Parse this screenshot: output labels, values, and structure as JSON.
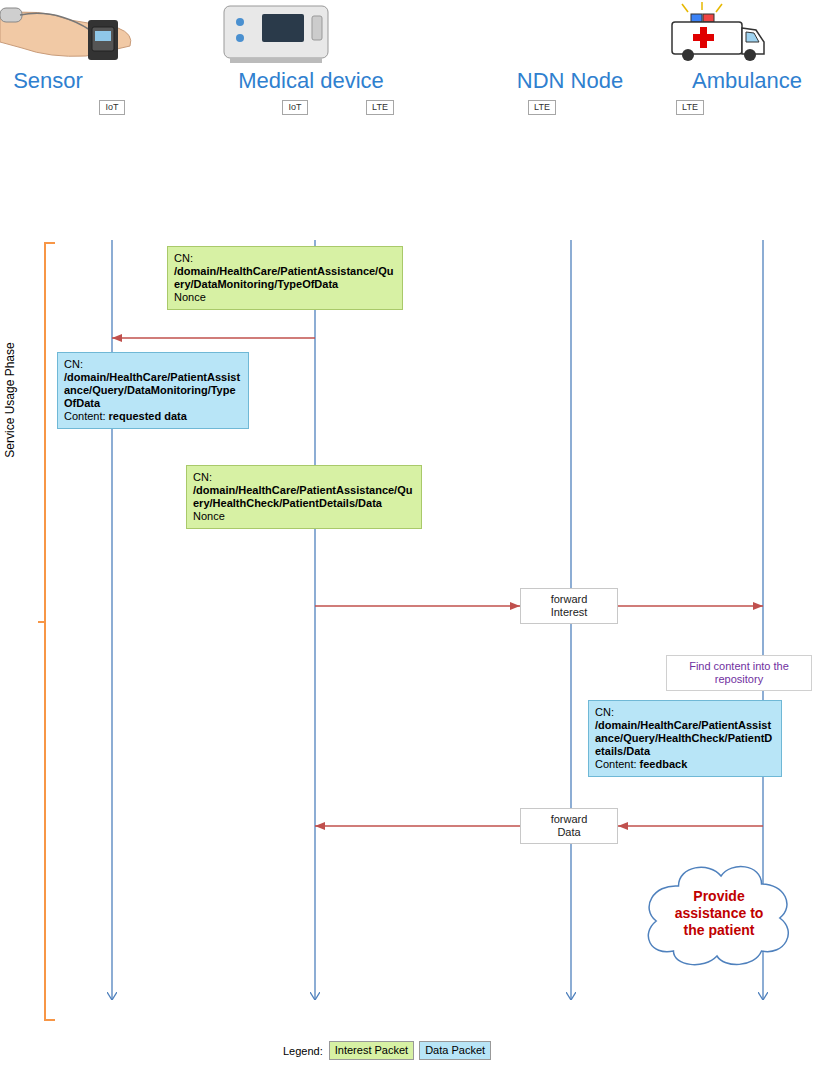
{
  "diagram": {
    "nodes": [
      {
        "text": [
          "Sensor"
        ]
      },
      {
        "text": [
          "IoT"
        ],
        "in": 0
      },
      {
        "text": [
          "Medical device"
        ]
      },
      {
        "text": [
          "IoT"
        ],
        "in": 2
      },
      {
        "text": [
          "LTE"
        ],
        "in": 2
      },
      {
        "text": [
          "NDN Node"
        ]
      },
      {
        "text": [
          "LTE"
        ],
        "in": 5
      },
      {
        "text": [
          "Ambulance"
        ]
      },
      {
        "text": [
          "LTE"
        ],
        "in": 7
      },
      {
        "text": [
          "CN:",
          "/domain/HealthCare/PatientAssistance/Query/DataMonitoring/TypeOfData",
          "Nonce"
        ]
      },
      {
        "text": [
          "CN:",
          "/domain/HealthCare/PatientAssistance/Query/DataMonitoring/TypeOfData",
          "Content:",
          "requested data"
        ]
      },
      {
        "text": [
          "CN:",
          "/domain/HealthCare/PatientAssistance/Query/HealthCheck/PatientDetails/Data",
          "Nonce"
        ]
      },
      {
        "text": [
          "forward Interest"
        ]
      },
      {
        "text": [
          "Find content into the repository"
        ]
      },
      {
        "text": [
          "CN:",
          "/domain/HealthCare/PatientAssistance/Query/HealthCheck/PatientDetails/Data",
          "Content:",
          "feedback"
        ]
      },
      {
        "text": [
          "forward Data"
        ]
      },
      {
        "text": [
          "Provide assistance to the patient"
        ]
      }
    ],
    "edges": [
      {
        "from": 2,
        "to": 0,
        "arrow": "to"
      },
      {
        "from": 2,
        "to": 12,
        "arrow": "to"
      },
      {
        "from": 12,
        "to": 7,
        "arrow": "to"
      },
      {
        "from": 7,
        "to": 15,
        "arrow": "to"
      },
      {
        "from": 15,
        "to": 2,
        "arrow": "to"
      }
    ],
    "labels": [
      "Service Usage Phase",
      "Legend:"
    ],
    "legend": [
      {
        "text": "Interest Packet",
        "color": "#d7f1a4"
      },
      {
        "text": "Data Packet",
        "color": "#b8e5f7"
      }
    ]
  }
}
